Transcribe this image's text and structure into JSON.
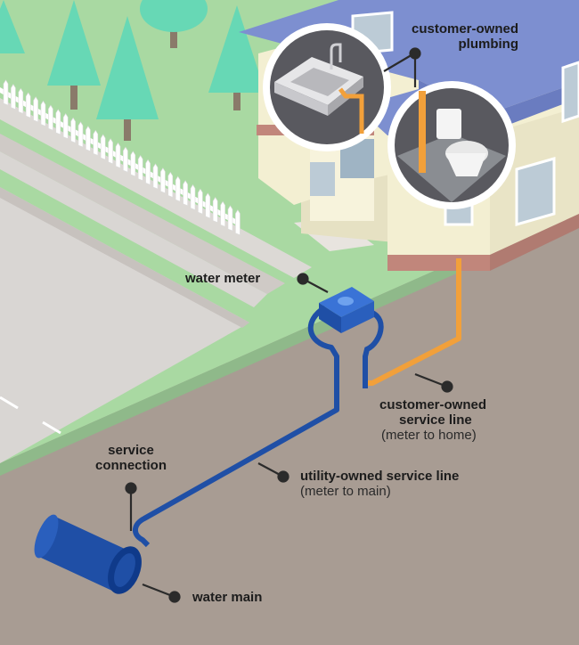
{
  "labels": {
    "customer_plumbing": [
      "customer-owned",
      "plumbing"
    ],
    "water_meter": "water meter",
    "customer_service_line": [
      "customer-owned",
      "service line"
    ],
    "customer_service_line_note": "(meter to home)",
    "service_connection": [
      "service",
      "connection"
    ],
    "utility_service_line": "utility-owned service line",
    "utility_service_line_note": "(meter to main)",
    "water_main": "water main"
  },
  "colors": {
    "utility_pipe": "#1f4fa6",
    "customer_pipe": "#f2a03a",
    "ground": "#a89c93",
    "lawn": "#a9d9a2",
    "road": "#d9d6d3",
    "roof": "#7d8fd0",
    "wall": "#f3efd2"
  },
  "icons": [
    "sink-icon",
    "toilet-icon",
    "tree-icon",
    "fence-icon",
    "water-meter-icon",
    "water-main-pipe-icon"
  ]
}
